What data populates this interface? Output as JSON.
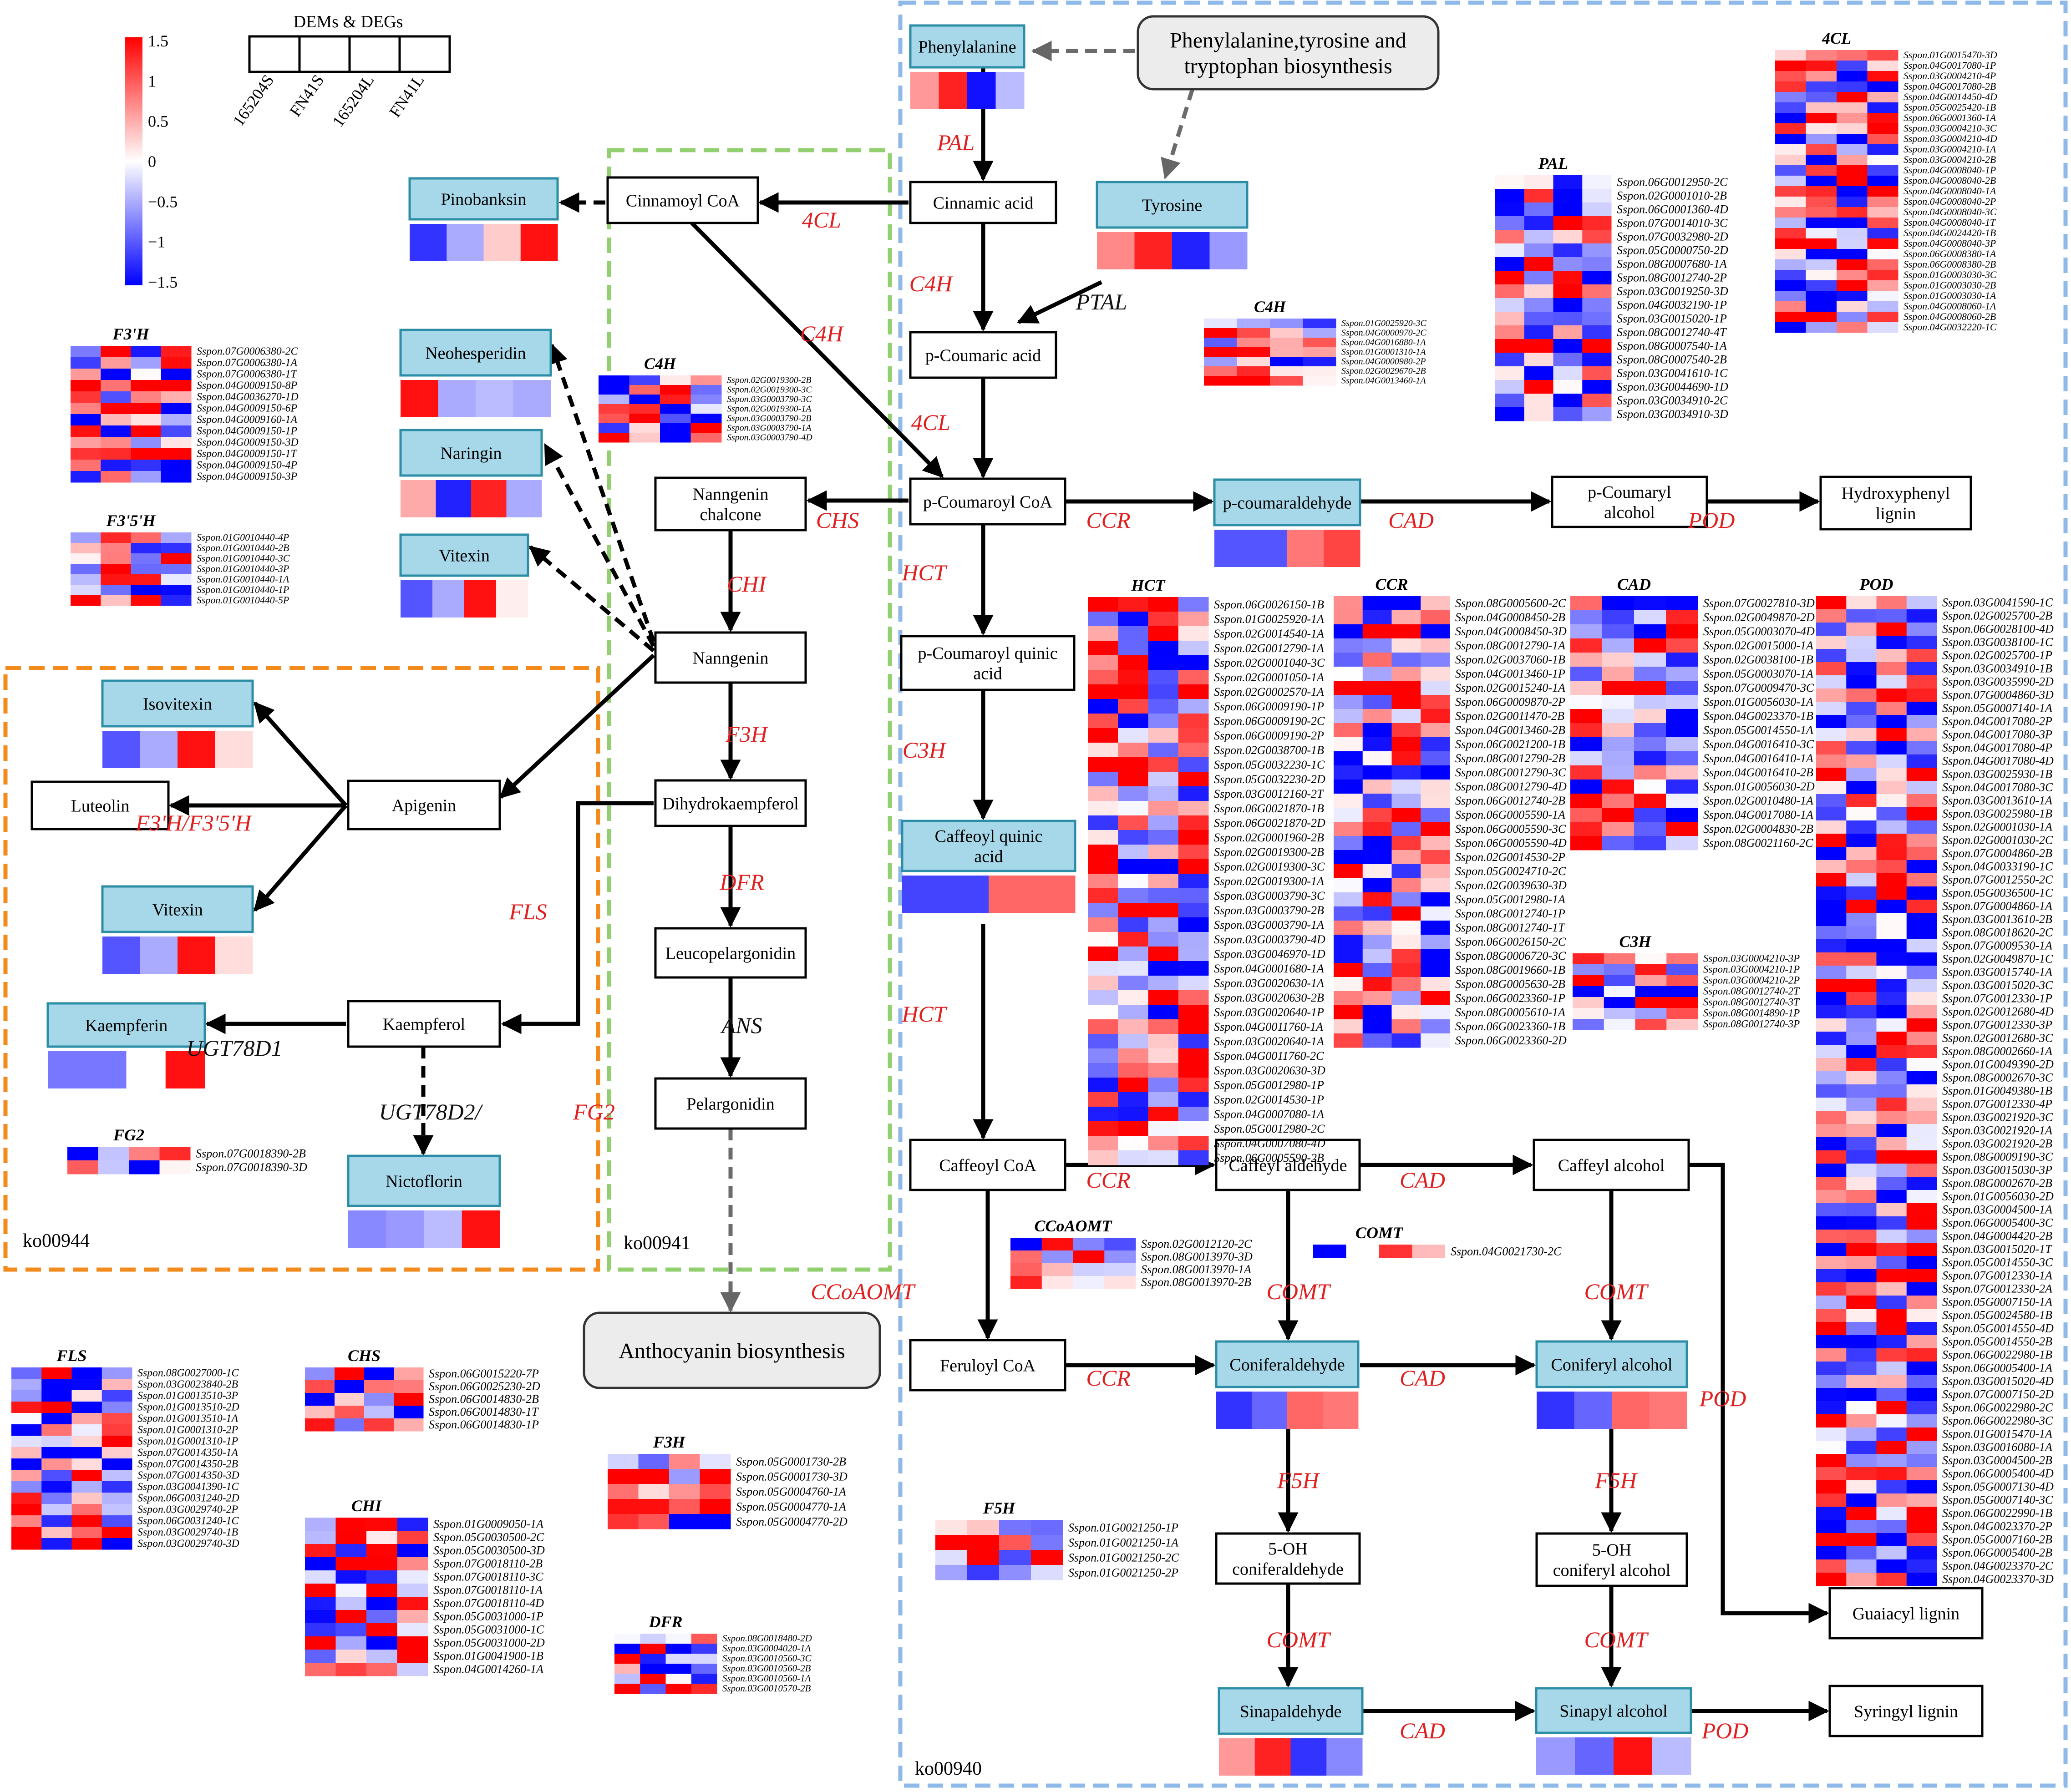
{
  "diagram": {
    "pathway_boxes": [
      {
        "id": "ko00944",
        "label": "ko00944"
      },
      {
        "id": "ko00941",
        "label": "ko00941"
      },
      {
        "id": "ko00940",
        "label": "ko00940"
      }
    ],
    "legend": {
      "title": "DEMs & DEGs",
      "samples": [
        "165204S",
        "FN41S",
        "165204L",
        "FN41L"
      ],
      "scale_ticks": [
        "1.5",
        "1",
        "0.5",
        "0",
        "−0.5",
        "−1",
        "−1.5"
      ]
    },
    "nodes": [
      {
        "id": "phe",
        "label": "Phenylalanine",
        "metabolite": true,
        "values": [
          0.6,
          1.3,
          -1.4,
          -0.4
        ]
      },
      {
        "id": "pty",
        "label": "Phenylalanine,tyrosine and\ntryptophan biosynthesis",
        "ext": true
      },
      {
        "id": "cin",
        "label": "Cinnamic acid"
      },
      {
        "id": "cinc",
        "label": "Cinnamoyl CoA"
      },
      {
        "id": "pino",
        "label": "Pinobanksin",
        "metabolite": true,
        "values": [
          -1.2,
          -0.5,
          0.3,
          1.4
        ]
      },
      {
        "id": "tyr",
        "label": "Tyrosine",
        "metabolite": true,
        "values": [
          0.7,
          1.3,
          -1.3,
          -0.6
        ]
      },
      {
        "id": "pcou",
        "label": "p-Coumaric acid"
      },
      {
        "id": "neo",
        "label": "Neohesperidin",
        "metabolite": true,
        "values": [
          1.4,
          -0.5,
          -0.4,
          -0.5
        ]
      },
      {
        "id": "nar",
        "label": "Naringin",
        "metabolite": true,
        "values": [
          0.5,
          -1.3,
          1.3,
          -0.5
        ]
      },
      {
        "id": "vit1",
        "label": "Vitexin",
        "metabolite": true,
        "values": [
          -1.0,
          -0.5,
          1.4,
          0.1
        ]
      },
      {
        "id": "nchal",
        "label": "Nanngenin\nchalcone"
      },
      {
        "id": "pcoa",
        "label": "p-Coumaroyl CoA"
      },
      {
        "id": "pcald",
        "label": "p-coumaraldehyde",
        "metabolite": true,
        "values": [
          -1.0,
          -1.0,
          0.8,
          1.1
        ]
      },
      {
        "id": "pcalc",
        "label": "p-Coumaryl\nalcohol"
      },
      {
        "id": "hlig",
        "label": "Hydroxyphenyl\nlignin"
      },
      {
        "id": "nann",
        "label": "Nanngenin"
      },
      {
        "id": "isov",
        "label": "Isovitexin",
        "metabolite": true,
        "values": [
          -1.0,
          -0.5,
          1.4,
          0.2
        ]
      },
      {
        "id": "lut",
        "label": "Luteolin"
      },
      {
        "id": "api",
        "label": "Apigenin"
      },
      {
        "id": "dihyd",
        "label": "Dihydrokaempferol"
      },
      {
        "id": "pcqa",
        "label": "p-Coumaroyl quinic\nacid"
      },
      {
        "id": "vit2",
        "label": "Vitexin",
        "metabolite": true,
        "values": [
          -1.0,
          -0.5,
          1.4,
          0.2
        ]
      },
      {
        "id": "caqa",
        "label": "Caffeoyl quinic\nacid",
        "metabolite": true,
        "values": [
          -1.1,
          -1.1,
          0.9,
          0.9
        ]
      },
      {
        "id": "leuco",
        "label": "Leucopelargonidin"
      },
      {
        "id": "kaempf",
        "label": "Kaempferin",
        "metabolite": true,
        "values": [
          -0.8,
          -0.8,
          0,
          1.4
        ]
      },
      {
        "id": "kaemp",
        "label": "Kaempferol"
      },
      {
        "id": "pelar",
        "label": "Pelargonidin"
      },
      {
        "id": "caffcoa",
        "label": "Caffeoyl CoA"
      },
      {
        "id": "caffald",
        "label": "Caffeyl aldehyde"
      },
      {
        "id": "caffalc",
        "label": "Caffeyl alcohol"
      },
      {
        "id": "nicto",
        "label": "Nictoflorin",
        "metabolite": true,
        "values": [
          -0.7,
          -0.6,
          -0.4,
          1.4
        ]
      },
      {
        "id": "antho",
        "label": "Anthocyanin biosynthesis",
        "ext": true
      },
      {
        "id": "ferul",
        "label": "Feruloyl CoA"
      },
      {
        "id": "conald",
        "label": "Coniferaldehyde",
        "metabolite": true,
        "values": [
          -1.2,
          -0.9,
          0.9,
          0.8
        ]
      },
      {
        "id": "conalc",
        "label": "Coniferyl alcohol",
        "metabolite": true,
        "values": [
          -1.2,
          -0.9,
          0.9,
          0.8
        ]
      },
      {
        "id": "ohconald",
        "label": "5-OH\nconiferaldehyde"
      },
      {
        "id": "ohconalc",
        "label": "5-OH\nconiferyl alcohol"
      },
      {
        "id": "glig",
        "label": "Guaiacyl lignin"
      },
      {
        "id": "sinald",
        "label": "Sinapaldehyde",
        "metabolite": true,
        "values": [
          0.6,
          1.3,
          -1.2,
          -0.7
        ]
      },
      {
        "id": "sinalc",
        "label": "Sinapyl alcohol",
        "metabolite": true,
        "values": [
          -0.6,
          -0.9,
          1.4,
          -0.4
        ]
      },
      {
        "id": "slig",
        "label": "Syringyl lignin"
      }
    ],
    "enzyme_labels": [
      {
        "text": "PAL",
        "color": "red"
      },
      {
        "text": "4CL",
        "color": "red"
      },
      {
        "text": "C4H",
        "color": "red"
      },
      {
        "text": "PTAL",
        "color": "black"
      },
      {
        "text": "C4H",
        "color": "red"
      },
      {
        "text": "4CL",
        "color": "red"
      },
      {
        "text": "CHS",
        "color": "red"
      },
      {
        "text": "CCR",
        "color": "red"
      },
      {
        "text": "CAD",
        "color": "red"
      },
      {
        "text": "POD",
        "color": "red"
      },
      {
        "text": "HCT",
        "color": "red"
      },
      {
        "text": "CHI",
        "color": "red"
      },
      {
        "text": "F3H",
        "color": "red"
      },
      {
        "text": "F3'H/F3'5'H",
        "color": "red"
      },
      {
        "text": "FLS",
        "color": "red"
      },
      {
        "text": "DFR",
        "color": "red"
      },
      {
        "text": "C3H",
        "color": "red"
      },
      {
        "text": "ANS",
        "color": "black"
      },
      {
        "text": "UGT78D1",
        "color": "black"
      },
      {
        "text": "UGT78D2/",
        "color": "black"
      },
      {
        "text": "FG2",
        "color": "red"
      },
      {
        "text": "HCT",
        "color": "red"
      },
      {
        "text": "CCR",
        "color": "red"
      },
      {
        "text": "CAD",
        "color": "red"
      },
      {
        "text": "CCoAOMT",
        "color": "red"
      },
      {
        "text": "COMT",
        "color": "red"
      },
      {
        "text": "COMT",
        "color": "red"
      },
      {
        "text": "CCR",
        "color": "red"
      },
      {
        "text": "CAD",
        "color": "red"
      },
      {
        "text": "POD",
        "color": "red"
      },
      {
        "text": "F5H",
        "color": "red"
      },
      {
        "text": "F5H",
        "color": "red"
      },
      {
        "text": "COMT",
        "color": "red"
      },
      {
        "text": "COMT",
        "color": "red"
      },
      {
        "text": "CAD",
        "color": "red"
      },
      {
        "text": "POD",
        "color": "red"
      }
    ],
    "heatmaps": [
      {
        "id": "F3pH",
        "title": "F3'H",
        "genes": [
          "Sspon.07G0006380-2C",
          "Sspon.07G0006380-1A",
          "Sspon.07G0006380-1T",
          "Sspon.04G0009150-8P",
          "Sspon.04G0036270-1D",
          "Sspon.04G0009150-6P",
          "Sspon.04G0009160-1A",
          "Sspon.04G0009150-1P",
          "Sspon.04G0009150-3D",
          "Sspon.04G0009150-1T",
          "Sspon.04G0009150-4P",
          "Sspon.04G0009150-3P"
        ]
      },
      {
        "id": "F35H",
        "title": "F3'5'H",
        "genes": [
          "Sspon.01G0010440-4P",
          "Sspon.01G0010440-2B",
          "Sspon.01G0010440-3C",
          "Sspon.01G0010440-3P",
          "Sspon.01G0010440-1A",
          "Sspon.01G0010440-1P",
          "Sspon.01G0010440-5P"
        ]
      },
      {
        "id": "C4Ha",
        "title": "C4H",
        "genes": [
          "Sspon.02G0019300-2B",
          "Sspon.02G0019300-3C",
          "Sspon.03G0003790-3C",
          "Sspon.02G0019300-1A",
          "Sspon.03G0003790-2B",
          "Sspon.03G0003790-1A",
          "Sspon.03G0003790-4D"
        ]
      },
      {
        "id": "C4Hb",
        "title": "C4H",
        "genes": [
          "Sspon.01G0025920-3C",
          "Sspon.04G0000970-2C",
          "Sspon.04G0016880-1A",
          "Sspon.01G0001310-1A",
          "Sspon.04G0000980-2P",
          "Sspon.02G0029670-2B",
          "Sspon.04G0013460-1A"
        ]
      },
      {
        "id": "PAL",
        "title": "PAL",
        "genes": [
          "Sspon.06G0012950-2C",
          "Sspon.02G0001010-2B",
          "Sspon.06G0001360-4D",
          "Sspon.07G0014010-3C",
          "Sspon.07G0032980-2D",
          "Sspon.05G0000750-2D",
          "Sspon.08G0007680-1A",
          "Sspon.08G0012740-2P",
          "Sspon.03G0019250-3D",
          "Sspon.04G0032190-1P",
          "Sspon.03G0015020-1P",
          "Sspon.08G0012740-4T",
          "Sspon.08G0007540-1A",
          "Sspon.08G0007540-2B",
          "Sspon.03G0041610-1C",
          "Sspon.03G0044690-1D",
          "Sspon.03G0034910-2C",
          "Sspon.03G0034910-3D"
        ]
      },
      {
        "id": "4CL",
        "title": "4CL",
        "genes": [
          "Sspon.01G0015470-3D",
          "Sspon.04G0017080-1P",
          "Sspon.03G0004210-4P",
          "Sspon.04G0017080-2B",
          "Sspon.04G0014450-4D",
          "Sspon.05G0025420-1B",
          "Sspon.06G0001360-1A",
          "Sspon.03G0004210-3C",
          "Sspon.03G0004210-4D",
          "Sspon.03G0004210-1A",
          "Sspon.03G0004210-2B",
          "Sspon.04G0008040-1P",
          "Sspon.04G0008040-2B",
          "Sspon.04G0008040-1A",
          "Sspon.04G0008040-2P",
          "Sspon.04G0008040-3C",
          "Sspon.04G0008040-1T",
          "Sspon.04G0024420-1B",
          "Sspon.04G0008040-3P",
          "Sspon.06G0008380-1A",
          "Sspon.06G0008380-2B",
          "Sspon.01G0003030-3C",
          "Sspon.01G0003030-2B",
          "Sspon.01G0003030-1A",
          "Sspon.04G0008060-1A",
          "Sspon.04G0008060-2B",
          "Sspon.04G0032220-1C"
        ]
      },
      {
        "id": "HCT",
        "title": "HCT",
        "genes": [
          "Sspon.06G0026150-1B",
          "Sspon.01G0025920-1A",
          "Sspon.02G0014540-1A",
          "Sspon.02G0012790-1A",
          "Sspon.02G0001040-3C",
          "Sspon.02G0001050-1A",
          "Sspon.02G0002570-1A",
          "Sspon.06G0009190-1P",
          "Sspon.06G0009190-2C",
          "Sspon.06G0009190-2P",
          "Sspon.02G0038700-1B",
          "Sspon.05G0032230-1C",
          "Sspon.05G0032230-2D",
          "Sspon.03G0012160-2T",
          "Sspon.06G0021870-1B",
          "Sspon.06G0021870-2D",
          "Sspon.02G0001960-2B",
          "Sspon.02G0019300-2B",
          "Sspon.02G0019300-3C",
          "Sspon.02G0019300-1A",
          "Sspon.03G0003790-3C",
          "Sspon.03G0003790-2B",
          "Sspon.03G0003790-1A",
          "Sspon.03G0003790-4D",
          "Sspon.03G0046970-1D",
          "Sspon.04G0001680-1A",
          "Sspon.03G0020630-1A",
          "Sspon.03G0020630-2B",
          "Sspon.03G0020640-1P",
          "Sspon.04G0011760-1A",
          "Sspon.03G0020640-1A",
          "Sspon.04G0011760-2C",
          "Sspon.03G0020630-3D",
          "Sspon.05G0012980-1P",
          "Sspon.02G0014530-1P",
          "Sspon.04G0007080-1A",
          "Sspon.05G0012980-2C",
          "Sspon.04G0007080-4D",
          "Sspon.06G0005590-2B"
        ]
      },
      {
        "id": "CCR",
        "title": "CCR",
        "genes": [
          "Sspon.08G0005600-2C",
          "Sspon.04G0008450-2B",
          "Sspon.04G0008450-3D",
          "Sspon.08G0012790-1A",
          "Sspon.02G0037060-1B",
          "Sspon.04G0013460-1P",
          "Sspon.02G0015240-1A",
          "Sspon.06G0009870-2P",
          "Sspon.02G0011470-2B",
          "Sspon.04G0013460-2B",
          "Sspon.06G0021200-1B",
          "Sspon.08G0012790-2B",
          "Sspon.08G0012790-3C",
          "Sspon.08G0012790-4D",
          "Sspon.06G0012740-2B",
          "Sspon.06G0005590-1A",
          "Sspon.06G0005590-3C",
          "Sspon.06G0005590-4D",
          "Sspon.02G0014530-2P",
          "Sspon.05G0024710-2C",
          "Sspon.02G0039630-3D",
          "Sspon.05G0012980-1A",
          "Sspon.08G0012740-1P",
          "Sspon.08G0012740-1T",
          "Sspon.06G0026150-2C",
          "Sspon.08G0006720-3C",
          "Sspon.08G0019660-1B",
          "Sspon.08G0005630-2B",
          "Sspon.06G0023360-1P",
          "Sspon.08G0005610-1A",
          "Sspon.06G0023360-1B",
          "Sspon.06G0023360-2D"
        ]
      },
      {
        "id": "CAD",
        "title": "CAD",
        "genes": [
          "Sspon.07G0027810-3D",
          "Sspon.02G0049870-2D",
          "Sspon.05G0003070-4D",
          "Sspon.02G0015000-1A",
          "Sspon.02G0038100-1B",
          "Sspon.05G0003070-1A",
          "Sspon.07G0009470-3C",
          "Sspon.01G0056030-1A",
          "Sspon.04G0023370-1B",
          "Sspon.05G0014550-1A",
          "Sspon.04G0016410-3C",
          "Sspon.04G0016410-1A",
          "Sspon.04G0016410-2B",
          "Sspon.01G0056030-2D",
          "Sspon.02G0010480-1A",
          "Sspon.04G0017080-1A",
          "Sspon.02G0004830-2B",
          "Sspon.08G0021160-2C"
        ]
      },
      {
        "id": "POD",
        "title": "POD",
        "genes": [
          "Sspon.03G0041590-1C",
          "Sspon.02G0025700-2B",
          "Sspon.06G0028100-4D",
          "Sspon.03G0038100-1C",
          "Sspon.02G0025700-1P",
          "Sspon.03G0034910-1B",
          "Sspon.03G0035990-2D",
          "Sspon.07G0004860-3D",
          "Sspon.05G0007140-1A",
          "Sspon.04G0017080-2P",
          "Sspon.04G0017080-3P",
          "Sspon.04G0017080-4P",
          "Sspon.04G0017080-4D",
          "Sspon.03G0025930-1B",
          "Sspon.04G0017080-3C",
          "Sspon.03G0013610-1A",
          "Sspon.03G0025980-1B",
          "Sspon.02G0001030-1A",
          "Sspon.02G0001030-2C",
          "Sspon.07G0004860-2B",
          "Sspon.04G0033190-1C",
          "Sspon.07G0012550-2C",
          "Sspon.05G0036500-1C",
          "Sspon.07G0004860-1A",
          "Sspon.03G0013610-2B",
          "Sspon.08G0018620-2C",
          "Sspon.07G0009530-1A",
          "Sspon.02G0049870-1C",
          "Sspon.03G0015740-1A",
          "Sspon.03G0015020-3C",
          "Sspon.07G0012330-1P",
          "Sspon.02G0012680-4D",
          "Sspon.07G0012330-3P",
          "Sspon.02G0012680-3C",
          "Sspon.08G0002660-1A",
          "Sspon.01G0049390-2D",
          "Sspon.08G0002670-3C",
          "Sspon.01G0049380-1B",
          "Sspon.07G0012330-4P",
          "Sspon.03G0021920-3C",
          "Sspon.03G0021920-1A",
          "Sspon.03G0021920-2B",
          "Sspon.08G0009190-3C",
          "Sspon.03G0015030-3P",
          "Sspon.08G0002670-2B",
          "Sspon.01G0056030-2D",
          "Sspon.03G0004500-1A",
          "Sspon.06G0005400-3C",
          "Sspon.04G0004420-2B",
          "Sspon.03G0015020-1T",
          "Sspon.05G0014550-3C",
          "Sspon.07G0012330-1A",
          "Sspon.07G0012330-2A",
          "Sspon.05G0007150-1A",
          "Sspon.05G0024580-1B",
          "Sspon.05G0014550-4D",
          "Sspon.05G0014550-2B",
          "Sspon.06G0022980-1B",
          "Sspon.06G0005400-1A",
          "Sspon.03G0015020-4D",
          "Sspon.07G0007150-2D",
          "Sspon.06G0022980-2C",
          "Sspon.06G0022980-3C",
          "Sspon.01G0015470-1A",
          "Sspon.03G0016080-1A",
          "Sspon.03G0004500-2B",
          "Sspon.06G0005400-4D",
          "Sspon.05G0007130-4D",
          "Sspon.05G0007140-3C",
          "Sspon.06G0022990-1B",
          "Sspon.04G0023370-2P",
          "Sspon.05G0007160-2B",
          "Sspon.06G0005400-2B",
          "Sspon.04G0023370-2C",
          "Sspon.04G0023370-3D"
        ]
      },
      {
        "id": "C3H",
        "title": "C3H",
        "genes": [
          "Sspon.03G0004210-3P",
          "Sspon.03G0004210-1P",
          "Sspon.03G0004210-2P",
          "Sspon.08G0012740-2T",
          "Sspon.08G0012740-3T",
          "Sspon.08G0014890-1P",
          "Sspon.08G0012740-3P"
        ]
      },
      {
        "id": "CCoAOMT",
        "title": "CCoAOMT",
        "genes": [
          "Sspon.02G0012120-2C",
          "Sspon.08G0013970-3D",
          "Sspon.08G0013970-1A",
          "Sspon.08G0013970-2B"
        ]
      },
      {
        "id": "COMT",
        "title": "COMT",
        "genes": [
          "Sspon.04G0021730-2C"
        ]
      },
      {
        "id": "FG2",
        "title": "FG2",
        "genes": [
          "Sspon.07G0018390-2B",
          "Sspon.07G0018390-3D"
        ]
      },
      {
        "id": "FLS",
        "title": "FLS",
        "genes": [
          "Sspon.08G0027000-1C",
          "Sspon.03G0023840-2B",
          "Sspon.01G0013510-3P",
          "Sspon.01G0013510-2D",
          "Sspon.01G0013510-1A",
          "Sspon.01G0001310-2P",
          "Sspon.01G0001310-1P",
          "Sspon.07G0014350-1A",
          "Sspon.07G0014350-2B",
          "Sspon.07G0014350-3D",
          "Sspon.03G0041390-1C",
          "Sspon.06G0031240-2D",
          "Sspon.03G0029740-2P",
          "Sspon.06G0031240-1C",
          "Sspon.03G0029740-1B",
          "Sspon.03G0029740-3D"
        ]
      },
      {
        "id": "CHS",
        "title": "CHS",
        "genes": [
          "Sspon.06G0015220-7P",
          "Sspon.06G0025230-2D",
          "Sspon.06G0014830-2B",
          "Sspon.06G0014830-1T",
          "Sspon.06G0014830-1P"
        ]
      },
      {
        "id": "CHI",
        "title": "CHI",
        "genes": [
          "Sspon.01G0009050-1A",
          "Sspon.05G0030500-2C",
          "Sspon.05G0030500-3D",
          "Sspon.07G0018110-2B",
          "Sspon.07G0018110-3C",
          "Sspon.07G0018110-1A",
          "Sspon.07G0018110-4D",
          "Sspon.05G0031000-1P",
          "Sspon.05G0031000-1C",
          "Sspon.05G0031000-2D",
          "Sspon.01G0041900-1B",
          "Sspon.04G0014260-1A"
        ]
      },
      {
        "id": "F3H",
        "title": "F3H",
        "genes": [
          "Sspon.05G0001730-2B",
          "Sspon.05G0001730-3D",
          "Sspon.05G0004760-1A",
          "Sspon.05G0004770-1A",
          "Sspon.05G0004770-2D"
        ]
      },
      {
        "id": "DFR",
        "title": "DFR",
        "genes": [
          "Sspon.08G0018480-2D",
          "Sspon.03G0004020-1A",
          "Sspon.03G0010560-3C",
          "Sspon.03G0010560-2B",
          "Sspon.03G0010560-1A",
          "Sspon.03G0010570-2B"
        ]
      },
      {
        "id": "F5H",
        "title": "F5H",
        "genes": [
          "Sspon.01G0021250-1P",
          "Sspon.01G0021250-1A",
          "Sspon.01G0021250-2C",
          "Sspon.01G0021250-2P"
        ]
      }
    ]
  }
}
